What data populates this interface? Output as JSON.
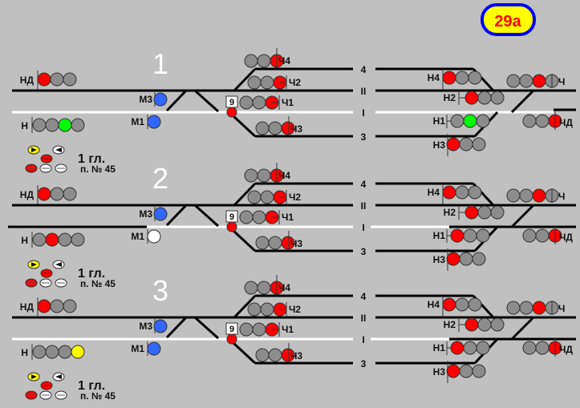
{
  "badge": {
    "label": "29a",
    "fill": "#ffff00",
    "border": "#0000ff",
    "text_color": "#ff0000"
  },
  "colors": {
    "background": "#c0c0c0",
    "track": "#000000",
    "route": "#ffffff",
    "lamp_off": "#8c8c8c",
    "red": "#ff0000",
    "green": "#00ff00",
    "yellow": "#ffff00",
    "blue": "#3366ff",
    "white": "#ffffff"
  },
  "track_labels": [
    "4",
    "II",
    "I",
    "3"
  ],
  "legend": {
    "title": "1 гл.",
    "subtitle": "п. № 45"
  },
  "switch_label": "9",
  "panels": [
    {
      "number": "1",
      "signals": {
        "ND": {
          "label": "НД",
          "lamps": [
            "red",
            "off",
            "off"
          ]
        },
        "N": {
          "label": "Н",
          "lamps": [
            "off",
            "off",
            "green",
            "off"
          ]
        },
        "M3": {
          "label": "М3",
          "lamps": [
            "blue"
          ]
        },
        "M1": {
          "label": "М1",
          "lamps": [
            "blue"
          ]
        },
        "SW9": {
          "lamps": [
            "red"
          ]
        },
        "CH4": {
          "label": "Ч4",
          "lamps": [
            "off",
            "off",
            "red"
          ]
        },
        "CH2": {
          "label": "Ч2",
          "lamps": [
            "off",
            "off",
            "red"
          ]
        },
        "CH1": {
          "label": "Ч1",
          "lamps": [
            "off",
            "off",
            "red"
          ]
        },
        "CH3": {
          "label": "Ч3",
          "lamps": [
            "off",
            "off",
            "red"
          ]
        },
        "N4": {
          "label": "Н4",
          "lamps": [
            "red",
            "off",
            "off"
          ]
        },
        "N2": {
          "label": "Н2",
          "lamps": [
            "red",
            "off",
            "off"
          ]
        },
        "N1": {
          "label": "Н1",
          "lamps": [
            "off",
            "green",
            "off"
          ]
        },
        "N3": {
          "label": "Н3",
          "lamps": [
            "red",
            "off",
            "off"
          ]
        },
        "CH": {
          "label": "Ч",
          "lamps": [
            "off",
            "off",
            "red",
            "off"
          ]
        },
        "CHD": {
          "label": "ЧД",
          "lamps": [
            "off",
            "off",
            "red"
          ]
        }
      }
    },
    {
      "number": "2",
      "signals": {
        "ND": {
          "label": "НД",
          "lamps": [
            "red",
            "off",
            "off"
          ]
        },
        "N": {
          "label": "Н",
          "lamps": [
            "off",
            "red",
            "off",
            "off"
          ]
        },
        "M3": {
          "label": "М3",
          "lamps": [
            "blue"
          ]
        },
        "M1": {
          "label": "М1",
          "lamps": [
            "white"
          ]
        },
        "SW9": {
          "lamps": [
            "red"
          ]
        },
        "CH4": {
          "label": "Ч4",
          "lamps": [
            "off",
            "off",
            "red"
          ]
        },
        "CH2": {
          "label": "Ч2",
          "lamps": [
            "off",
            "off",
            "red"
          ]
        },
        "CH1": {
          "label": "Ч1",
          "lamps": [
            "off",
            "off",
            "red"
          ]
        },
        "CH3": {
          "label": "Ч3",
          "lamps": [
            "off",
            "off",
            "red"
          ]
        },
        "N4": {
          "label": "Н4",
          "lamps": [
            "red",
            "off",
            "off"
          ]
        },
        "N2": {
          "label": "Н2",
          "lamps": [
            "red",
            "off",
            "off"
          ]
        },
        "N1": {
          "label": "Н1",
          "lamps": [
            "red",
            "off",
            "off"
          ]
        },
        "N3": {
          "label": "Н3",
          "lamps": [
            "red",
            "off",
            "off"
          ]
        },
        "CH": {
          "label": "Ч",
          "lamps": [
            "off",
            "off",
            "red",
            "off"
          ]
        },
        "CHD": {
          "label": "ЧД",
          "lamps": [
            "off",
            "off",
            "red"
          ]
        }
      }
    },
    {
      "number": "3",
      "signals": {
        "ND": {
          "label": "НД",
          "lamps": [
            "red",
            "off",
            "off"
          ]
        },
        "N": {
          "label": "Н",
          "lamps": [
            "off",
            "off",
            "off",
            "yellow"
          ]
        },
        "M3": {
          "label": "М3",
          "lamps": [
            "blue"
          ]
        },
        "M1": {
          "label": "М1",
          "lamps": [
            "blue"
          ]
        },
        "SW9": {
          "lamps": [
            "red"
          ]
        },
        "CH4": {
          "label": "Ч4",
          "lamps": [
            "off",
            "off",
            "red"
          ]
        },
        "CH2": {
          "label": "Ч2",
          "lamps": [
            "off",
            "off",
            "red"
          ]
        },
        "CH1": {
          "label": "Ч1",
          "lamps": [
            "off",
            "off",
            "red"
          ]
        },
        "CH3": {
          "label": "Ч3",
          "lamps": [
            "off",
            "off",
            "red"
          ]
        },
        "N4": {
          "label": "Н4",
          "lamps": [
            "red",
            "off",
            "off"
          ]
        },
        "N2": {
          "label": "Н2",
          "lamps": [
            "red",
            "off",
            "off"
          ]
        },
        "N1": {
          "label": "Н1",
          "lamps": [
            "red",
            "off",
            "off"
          ]
        },
        "N3": {
          "label": "Н3",
          "lamps": [
            "red",
            "off",
            "off"
          ]
        },
        "CH": {
          "label": "Ч",
          "lamps": [
            "off",
            "off",
            "red",
            "off"
          ]
        },
        "CHD": {
          "label": "ЧД",
          "lamps": [
            "off",
            "off",
            "red"
          ]
        }
      }
    }
  ]
}
